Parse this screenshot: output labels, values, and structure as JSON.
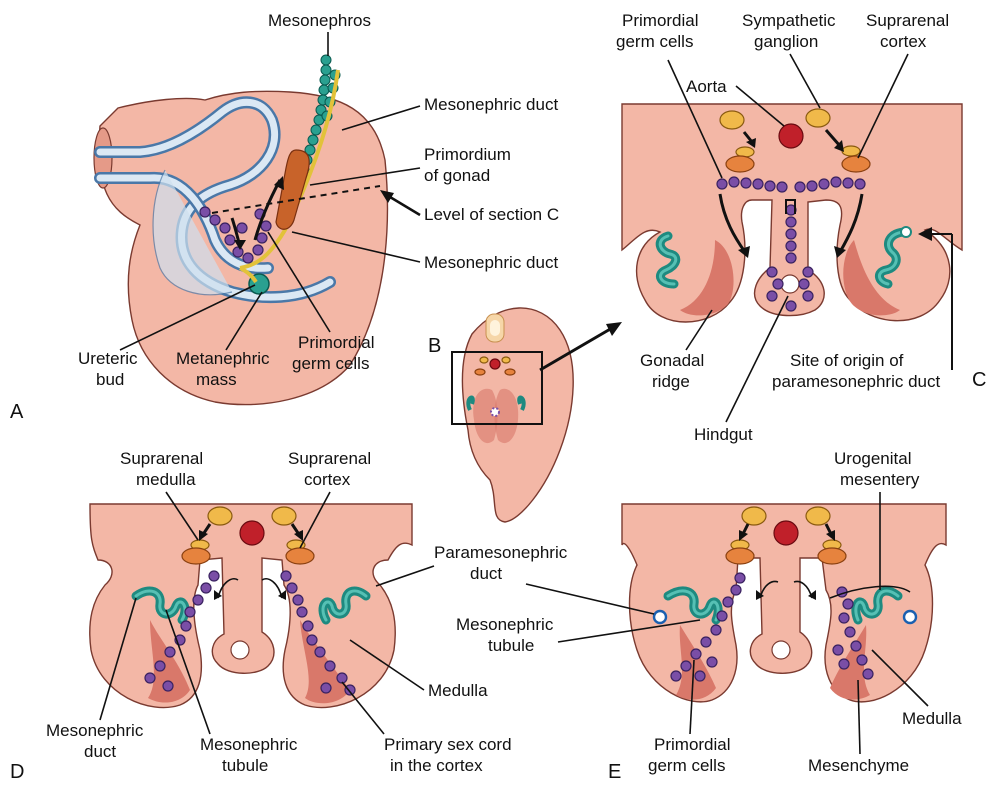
{
  "panels": {
    "a": "A",
    "b": "B",
    "c": "C",
    "d": "D",
    "e": "E"
  },
  "labels": {
    "mesonephros": "Mesonephros",
    "mesonephric_duct_top": "Mesonephric duct",
    "primordium_1": "Primordium",
    "primordium_2": "of gonad",
    "level_section": "Level of section C",
    "mesonephric_duct_mid": "Mesonephric duct",
    "ureteric_1": "Ureteric",
    "ureteric_2": "bud",
    "metanephric_1": "Metanephric",
    "metanephric_2": "mass",
    "pgc_a_1": "Primordial",
    "pgc_a_2": "germ cells",
    "pgc_c_1": "Primordial",
    "pgc_c_2": "germ cells",
    "symp_1": "Sympathetic",
    "symp_2": "ganglion",
    "supra_c_1": "Suprarenal",
    "supra_c_2": "cortex",
    "aorta": "Aorta",
    "gonadal_1": "Gonadal",
    "gonadal_2": "ridge",
    "site_1": "Site of origin of",
    "site_2": "paramesonephric duct",
    "hindgut": "Hindgut",
    "supra_med_1": "Suprarenal",
    "supra_med_2": "medulla",
    "supra_d_cort_1": "Suprarenal",
    "supra_d_cort_2": "cortex",
    "urogenital_1": "Urogenital",
    "urogenital_2": "mesentery",
    "parameso_1": "Paramesonephric",
    "parameso_2": "duct",
    "meso_tub_e_1": "Mesonephric",
    "meso_tub_e_2": "tubule",
    "meso_duct_d_1": "Mesonephric",
    "meso_duct_d_2": "duct",
    "meso_tub_d_1": "Mesonephric",
    "meso_tub_d_2": "tubule",
    "primary_sex_1": "Primary sex cord",
    "primary_sex_2": "in the cortex",
    "medulla_d": "Medulla",
    "medulla_e": "Medulla",
    "pgc_e_1": "Primordial",
    "pgc_e_2": "germ cells",
    "mesenchyme": "Mesenchyme"
  },
  "colors": {
    "tissue": "#f3b7a6",
    "germ_cell": "#7a4ea6",
    "tubule": "#1e8a80",
    "aorta": "#c0202a",
    "ganglion": "#f0b94a",
    "cortex": "#e6833e"
  }
}
